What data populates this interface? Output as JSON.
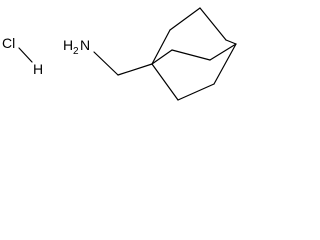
{
  "molecule": {
    "salt": {
      "element": "Cl",
      "partner": "H"
    },
    "amine": {
      "element": "N",
      "hydrogen": "H",
      "hydrogen_count": "2"
    }
  }
}
